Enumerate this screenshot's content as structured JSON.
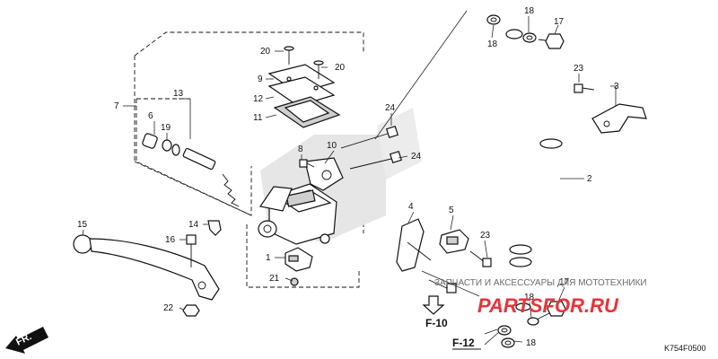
{
  "callouts": {
    "c1": "1",
    "c2": "2",
    "c3": "3",
    "c4": "4",
    "c5": "5",
    "c6": "6",
    "c7": "7",
    "c8": "8",
    "c9": "9",
    "c10": "10",
    "c11": "11",
    "c12": "12",
    "c13": "13",
    "c14": "14",
    "c15": "15",
    "c16": "16",
    "c17a": "17",
    "c17b": "17",
    "c18a": "18",
    "c18b": "18",
    "c18c": "18",
    "c18d": "18",
    "c19": "19",
    "c20a": "20",
    "c20b": "20",
    "c21": "21",
    "c22": "22",
    "c23a": "23",
    "c23b": "23",
    "c24a": "24",
    "c24b": "24"
  },
  "refs": {
    "f10": "F-10",
    "f12": "F-12"
  },
  "direction": {
    "fr": "FR."
  },
  "diagram_code": "K754F0500",
  "watermark": {
    "tagline": "ЗАПЧАСТИ И АКСЕССУАРЫ ДЛЯ МОТОТЕХНИКИ",
    "brand": "PARTSFOR.RU"
  },
  "colors": {
    "line": "#111111",
    "watermark_red": "#e8333a",
    "watermark_gray": "#6b6b6b"
  }
}
